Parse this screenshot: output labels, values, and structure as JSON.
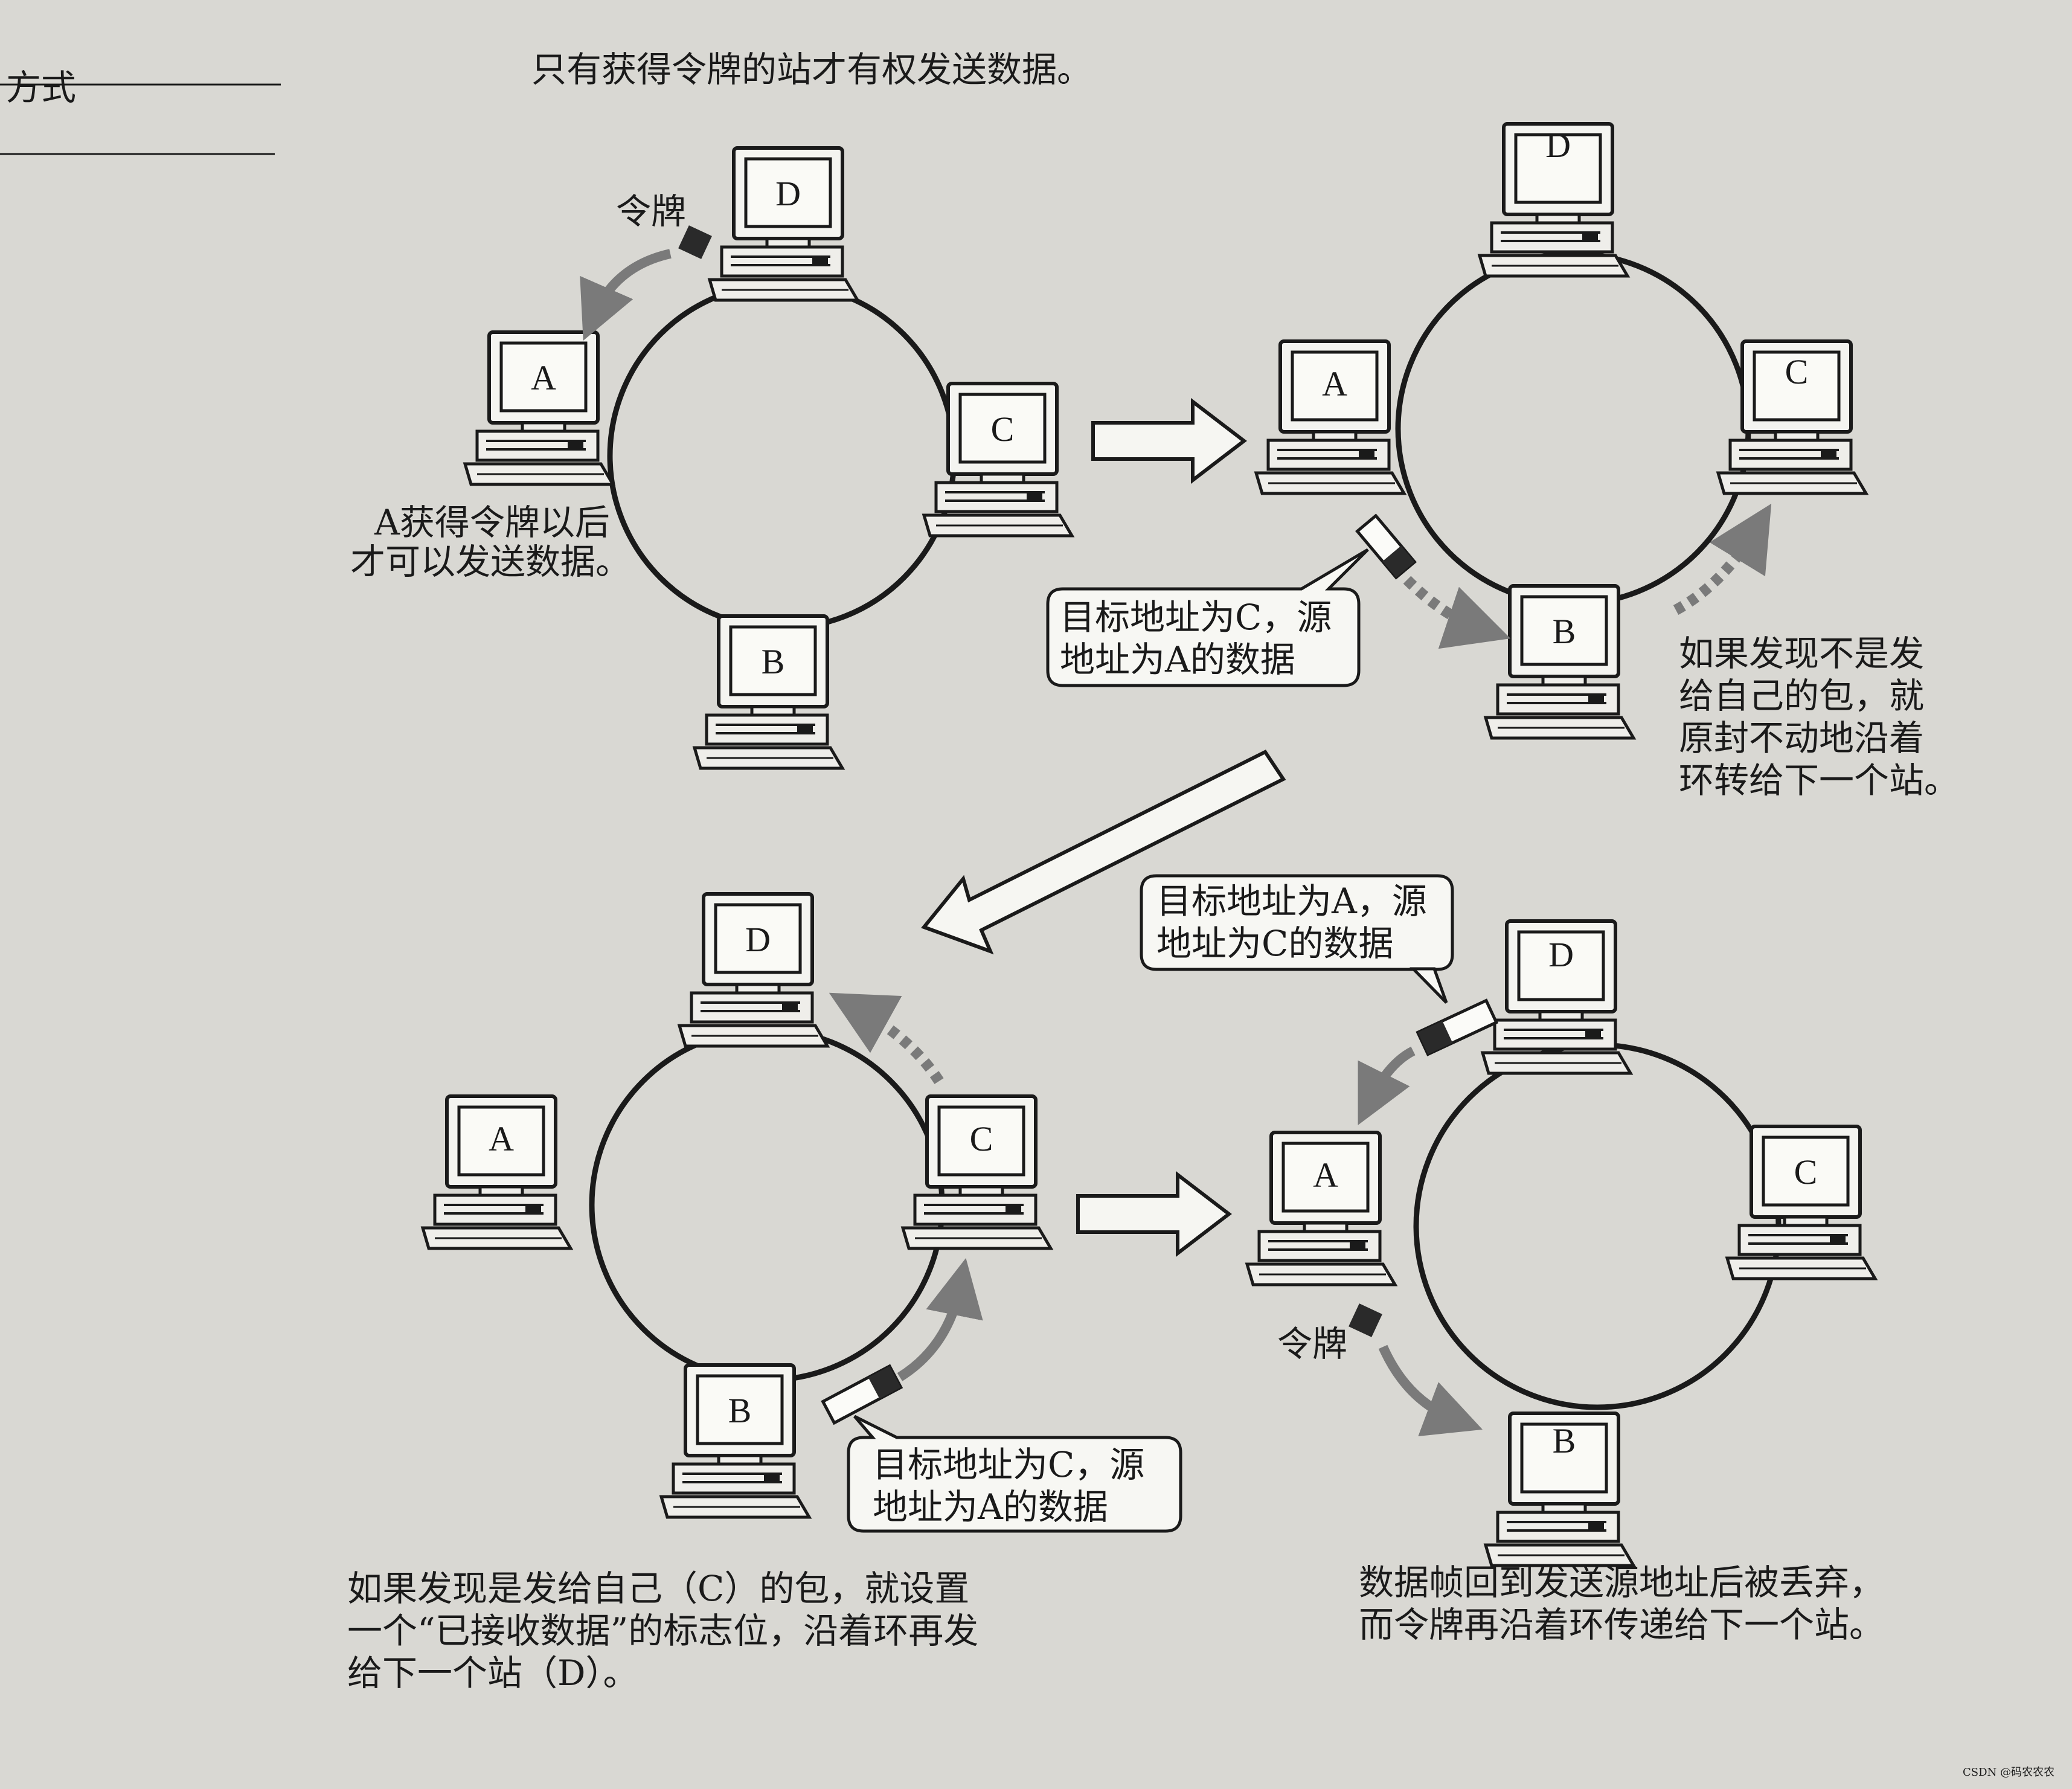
{
  "header": {
    "fragment": "方式",
    "title": "只有获得令牌的站才有权发送数据。"
  },
  "stations": {
    "A": "A",
    "B": "B",
    "C": "C",
    "D": "D"
  },
  "panel1": {
    "token_label": "令牌",
    "note_lines": [
      "A获得令牌以后",
      "才可以发送数据。"
    ]
  },
  "panel2": {
    "bubble_lines": [
      "目标地址为C，源",
      "地址为A的数据"
    ],
    "note_lines": [
      "如果发现不是发",
      "给自己的包，就",
      "原封不动地沿着",
      "环转给下一个站。"
    ]
  },
  "panel3": {
    "bubble_lines": [
      "目标地址为C，源",
      "地址为A的数据"
    ],
    "note_lines": [
      "如果发现是发给自己（C）的包，就设置",
      "一个“已接收数据”的标志位，沿着环再发",
      "给下一个站（D）。"
    ]
  },
  "panel4": {
    "bubble_lines": [
      "目标地址为A，源",
      "地址为C的数据"
    ],
    "token_label": "令牌",
    "note_lines": [
      "数据帧回到发送源地址后被丢弃，",
      "而令牌再沿着环传递给下一个站。"
    ]
  },
  "watermark": "CSDN @码农农农"
}
